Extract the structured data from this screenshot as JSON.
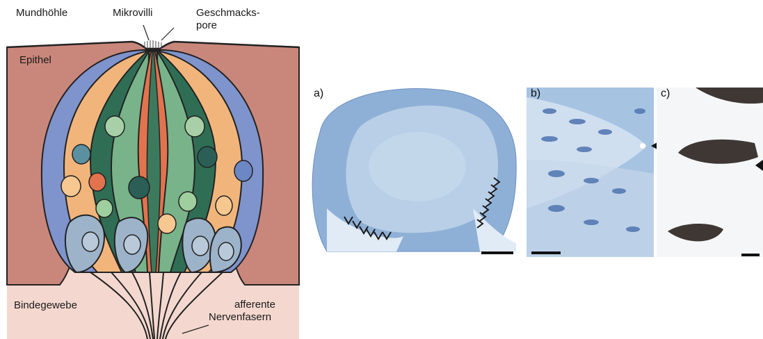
{
  "diagram": {
    "labels": {
      "mundhoehle": "Mundhöhle",
      "mikrovilli": "Mikrovilli",
      "geschmackspore_1": "Geschmacks-",
      "geschmackspore_2": "pore",
      "epithel": "Epithel",
      "bindegewebe": "Bindegewebe",
      "afferente": "afferente",
      "nervenfasern": "Nervenfasern"
    },
    "colors": {
      "epithel": "#c98478",
      "bindegewebe": "#f4d6cc",
      "support_blue": "#7b8fc9",
      "cell_orange": "#f3b87e",
      "cell_green": "#7bb58a",
      "cell_darkgreen": "#3f7a5e",
      "cell_red": "#e2734f",
      "basal_blue": "#9db2c8"
    }
  },
  "micrographs": {
    "panel_a": "a)",
    "panel_b": "b)",
    "panel_c": "c)"
  }
}
